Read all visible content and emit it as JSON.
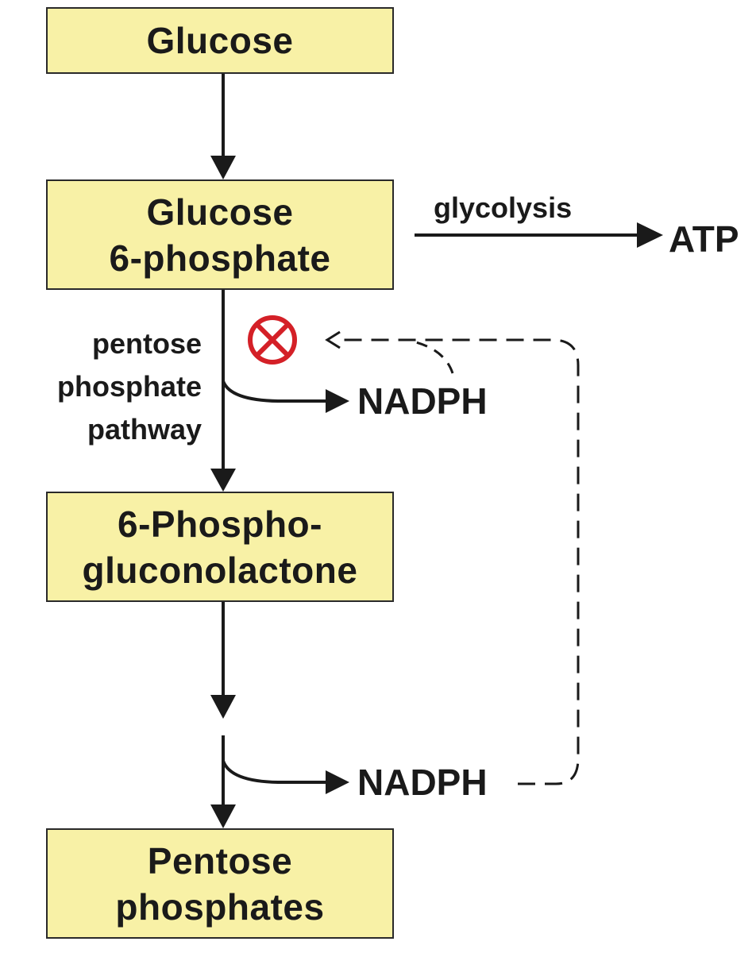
{
  "boxes": {
    "glucose": [
      "Glucose"
    ],
    "glucose_6_phosphate": [
      "Glucose",
      "6-phosphate"
    ],
    "phosphogluconolactone": [
      "6-Phospho-",
      "gluconolactone"
    ],
    "pentose_phosphates": [
      "Pentose",
      "phosphates"
    ]
  },
  "labels": {
    "glycolysis": "glycolysis",
    "atp": "ATP",
    "pathway": [
      "pentose",
      "phosphate",
      "pathway"
    ],
    "nadph_first": "NADPH",
    "nadph_second": "NADPH"
  },
  "colors": {
    "box_fill": "#f8f1a6",
    "inhibition_symbol": "#d42027",
    "arrow": "#1a1a1a"
  },
  "icons": {
    "inhibition": "circled-x-inhibition-icon"
  }
}
